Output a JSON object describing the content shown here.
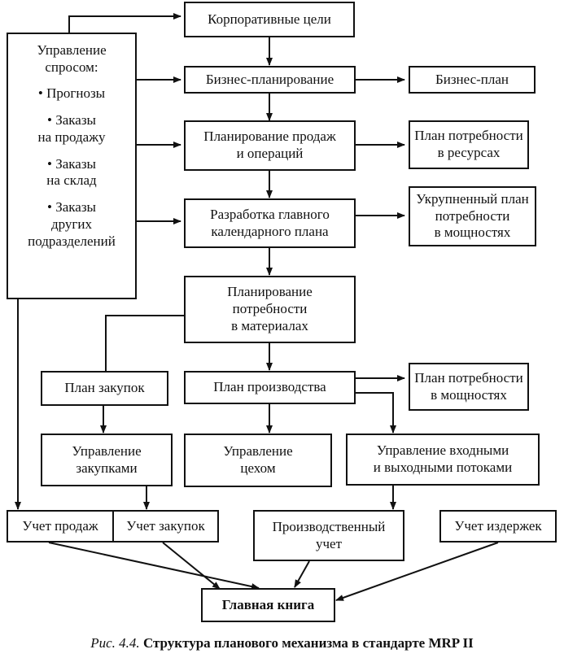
{
  "left_box": {
    "title_lines": [
      "Управление",
      "спросом:"
    ],
    "bullets": [
      [
        "• Прогнозы"
      ],
      [
        "• Заказы",
        "на продажу"
      ],
      [
        "• Заказы",
        "на склад"
      ],
      [
        "• Заказы",
        "других",
        "подразделений"
      ]
    ]
  },
  "boxes": {
    "corporate_goals": [
      "Корпоративные цели"
    ],
    "business_planning": [
      "Бизнес-планирование"
    ],
    "business_plan": [
      "Бизнес-план"
    ],
    "sales_ops_planning": [
      "Планирование продаж",
      "и операций"
    ],
    "resource_requirements": [
      "План потребности",
      "в ресурсах"
    ],
    "master_schedule": [
      "Разработка главного",
      "календарного плана"
    ],
    "rough_capacity": [
      "Укрупненный план",
      "потребности",
      "в мощностях"
    ],
    "material_requirements": [
      "Планирование",
      "потребности",
      "в материалах"
    ],
    "purchase_plan": [
      "План закупок"
    ],
    "production_plan": [
      "План производства"
    ],
    "capacity_requirements": [
      "План потребности",
      "в мощностях"
    ],
    "purchase_management": [
      "Управление",
      "закупками"
    ],
    "shop_management": [
      "Управление",
      "цехом"
    ],
    "io_control": [
      "Управление входными",
      "и выходными потоками"
    ],
    "sales_accounting": [
      "Учет продаж"
    ],
    "purchase_accounting": [
      "Учет закупок"
    ],
    "production_accounting": [
      "Производственный",
      "учет"
    ],
    "cost_accounting": [
      "Учет издержек"
    ],
    "general_ledger": [
      "Главная книга"
    ]
  },
  "caption": {
    "figure_label": "Рис. 4.4.",
    "title": "Структура планового механизма в стандарте MRP II"
  }
}
